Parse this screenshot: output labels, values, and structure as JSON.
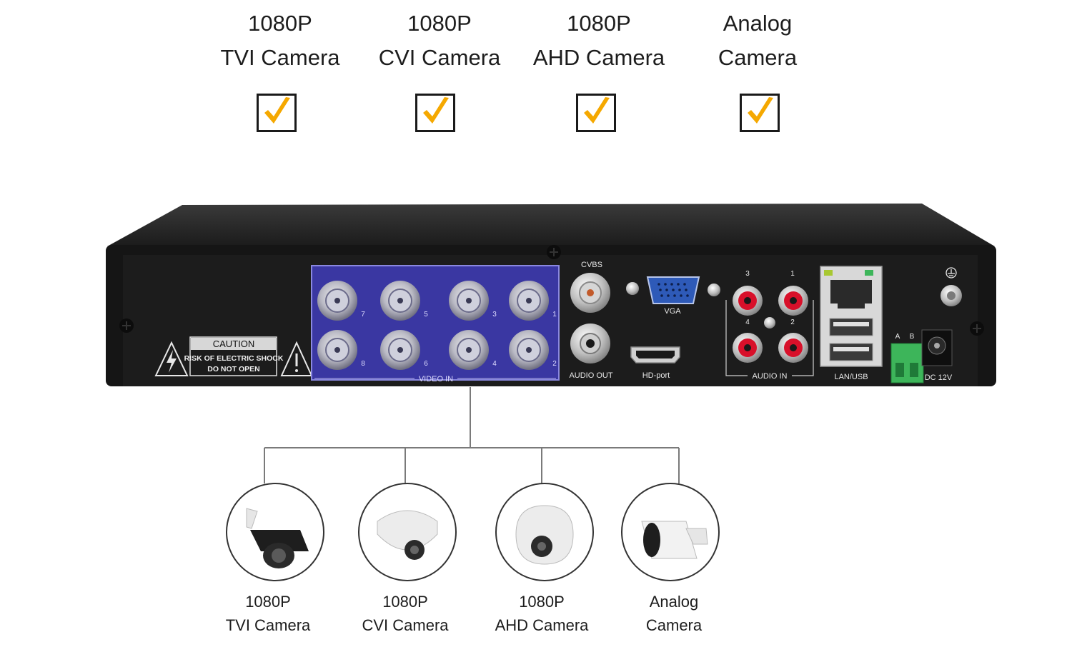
{
  "top_cameras": [
    {
      "line1": "1080P",
      "line2": "TVI Camera"
    },
    {
      "line1": "1080P",
      "line2": "CVI Camera"
    },
    {
      "line1": "1080P",
      "line2": "AHD Camera"
    },
    {
      "line1": "Analog",
      "line2": "Camera"
    }
  ],
  "dvr": {
    "caution_title": "CAUTION",
    "caution_line1": "RISK OF ELECTRIC SHOCK",
    "caution_line2": "DO NOT OPEN",
    "video_in": "VIDEO IN",
    "channels_top": [
      "7",
      "5",
      "3",
      "1"
    ],
    "channels_bottom": [
      "8",
      "6",
      "4",
      "2"
    ],
    "cvbs": "CVBS",
    "vga": "VGA",
    "audio_out": "AUDIO OUT",
    "hd_port": "HD-port",
    "audio_in": "AUDIO IN",
    "audio_ch": [
      "3",
      "1",
      "4",
      "2"
    ],
    "lan_usb": "LAN/USB",
    "rs485_a": "A",
    "rs485_b": "B",
    "dc": "DC 12V"
  },
  "bottom_cameras": [
    {
      "line1": "1080P",
      "line2": "TVI Camera"
    },
    {
      "line1": "1080P",
      "line2": "CVI Camera"
    },
    {
      "line1": "1080P",
      "line2": "AHD Camera"
    },
    {
      "line1": "Analog",
      "line2": "Camera"
    }
  ],
  "colors": {
    "check": "#f5a800",
    "chassis": "#141414",
    "video_panel": "#3c3aa6",
    "rca_red": "#d8102a",
    "terminal_green": "#3db55a"
  }
}
